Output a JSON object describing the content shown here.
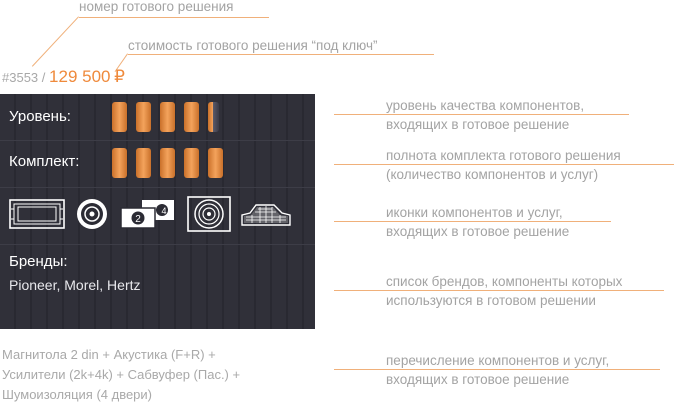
{
  "annotations": {
    "solution_number": "номер готового решения",
    "turnkey_cost": "стоимость готового решения “под ключ”",
    "quality_level": [
      "уровень качества компонентов,",
      "входящих в готовое решение"
    ],
    "completeness": [
      "полнота комплекта готового решения",
      "(количество компонентов и услуг)"
    ],
    "icons": [
      "иконки компонентов и услуг,",
      "входящих в готовое решение"
    ],
    "brands": [
      "список брендов, компоненты которых",
      "используются в готовом решении"
    ],
    "listing": [
      "перечисление компонентов и услуг,",
      "входящих в готовое решение"
    ]
  },
  "solution": {
    "id": "#3553",
    "separator": "/",
    "price": "129 500",
    "currency": "₽"
  },
  "card": {
    "level_label": "Уровень:",
    "level_value": 4.5,
    "level_max": 5,
    "set_label": "Комплект:",
    "set_value": 5,
    "set_max": 5,
    "icons": [
      "head-unit-2din-icon",
      "speaker-icon",
      "amplifier-2ch-4ch-icon",
      "subwoofer-icon",
      "sound-insulation-icon"
    ],
    "amp_badges": [
      "2",
      "4"
    ],
    "brands_label": "Бренды:",
    "brands": "Pioneer, Morel, Hertz"
  },
  "components_text": [
    "Магнитола 2 din + Акустика (F+R) +",
    "Усилители (2k+4k) + Сабвуфер (Пас.) +",
    "Шумоизоляция (4 двери)"
  ],
  "colors": {
    "accent": "#ef8a3c",
    "card_bg": "#2b2b34",
    "annotation_line": "#f0b07a"
  }
}
